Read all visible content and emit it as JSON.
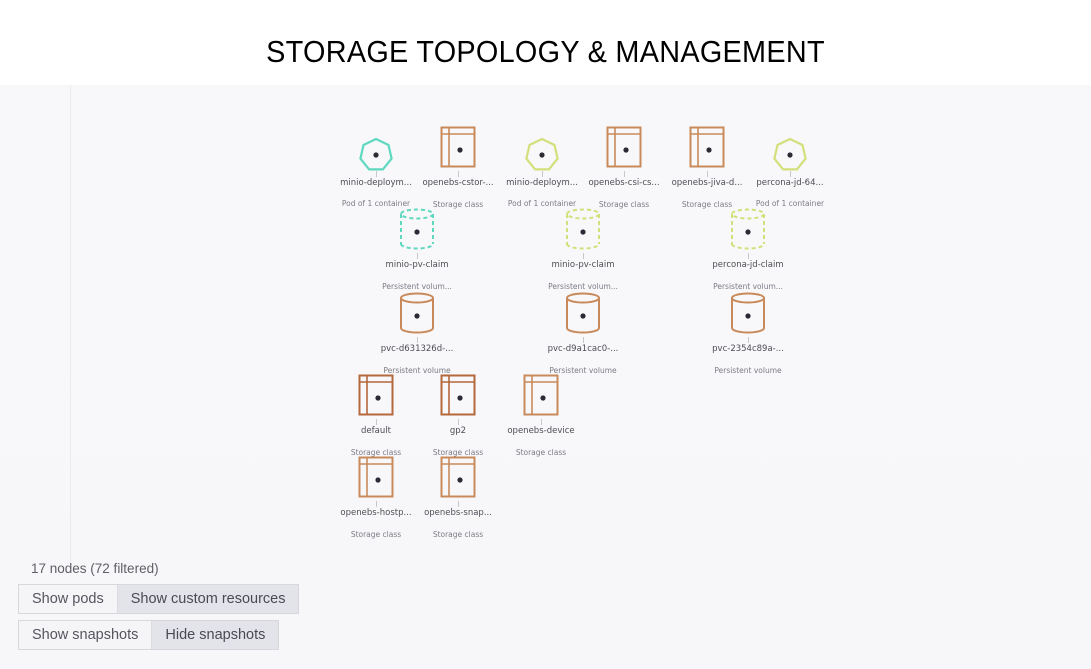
{
  "page": {
    "title": "STORAGE TOPOLOGY & MANAGEMENT"
  },
  "colors": {
    "storage_class": "#c98a5b",
    "storage_class_dark": "#b4683c",
    "teal": "#5fd8c0",
    "lime": "#d3e07a",
    "node_dot": "#2b2b35"
  },
  "nodes": [
    {
      "id": "n1",
      "name": "minio-deploym...",
      "type": "Pod of 1 container",
      "icon": "pod-icon",
      "color": "teal"
    },
    {
      "id": "n2",
      "name": "openebs-cstor-...",
      "type": "Storage class",
      "icon": "storage-class-icon",
      "color": "storage_class"
    },
    {
      "id": "n3",
      "name": "minio-deploym...",
      "type": "Pod of 1 container",
      "icon": "pod-icon",
      "color": "lime"
    },
    {
      "id": "n4",
      "name": "openebs-csi-cs...",
      "type": "Storage class",
      "icon": "storage-class-icon",
      "color": "storage_class"
    },
    {
      "id": "n5",
      "name": "openebs-jiva-d...",
      "type": "Storage class",
      "icon": "storage-class-icon",
      "color": "storage_class"
    },
    {
      "id": "n6",
      "name": "percona-jd-64...",
      "type": "Pod of 1 container",
      "icon": "pod-icon",
      "color": "lime"
    },
    {
      "id": "n7",
      "name": "minio-pv-claim",
      "type": "Persistent volum...",
      "icon": "pv-claim-icon",
      "color": "teal"
    },
    {
      "id": "n8",
      "name": "minio-pv-claim",
      "type": "Persistent volum...",
      "icon": "pv-claim-icon",
      "color": "lime"
    },
    {
      "id": "n9",
      "name": "percona-jd-claim",
      "type": "Persistent volum...",
      "icon": "pv-claim-icon",
      "color": "lime"
    },
    {
      "id": "n10",
      "name": "pvc-d631326d-...",
      "type": "Persistent volume",
      "icon": "volume-icon",
      "color": "storage_class"
    },
    {
      "id": "n11",
      "name": "pvc-d9a1cac0-...",
      "type": "Persistent volume",
      "icon": "volume-icon",
      "color": "storage_class"
    },
    {
      "id": "n12",
      "name": "pvc-2354c89a-...",
      "type": "Persistent volume",
      "icon": "volume-icon",
      "color": "storage_class"
    },
    {
      "id": "n13",
      "name": "default",
      "type": "Storage class",
      "icon": "storage-class-icon",
      "color": "storage_class_dark"
    },
    {
      "id": "n14",
      "name": "gp2",
      "type": "Storage class",
      "icon": "storage-class-icon",
      "color": "storage_class_dark"
    },
    {
      "id": "n15",
      "name": "openebs-device",
      "type": "Storage class",
      "icon": "storage-class-icon",
      "color": "storage_class"
    },
    {
      "id": "n16",
      "name": "openebs-hostp...",
      "type": "Storage class",
      "icon": "storage-class-icon",
      "color": "storage_class"
    },
    {
      "id": "n17",
      "name": "openebs-snap...",
      "type": "Storage class",
      "icon": "storage-class-icon",
      "color": "storage_class"
    }
  ],
  "summary": {
    "text": "17 nodes (72 filtered)"
  },
  "controls": {
    "group1": [
      {
        "label": "Show pods",
        "active": false
      },
      {
        "label": "Show custom resources",
        "active": true
      }
    ],
    "group2": [
      {
        "label": "Show snapshots",
        "active": false
      },
      {
        "label": "Hide snapshots",
        "active": true
      }
    ]
  }
}
